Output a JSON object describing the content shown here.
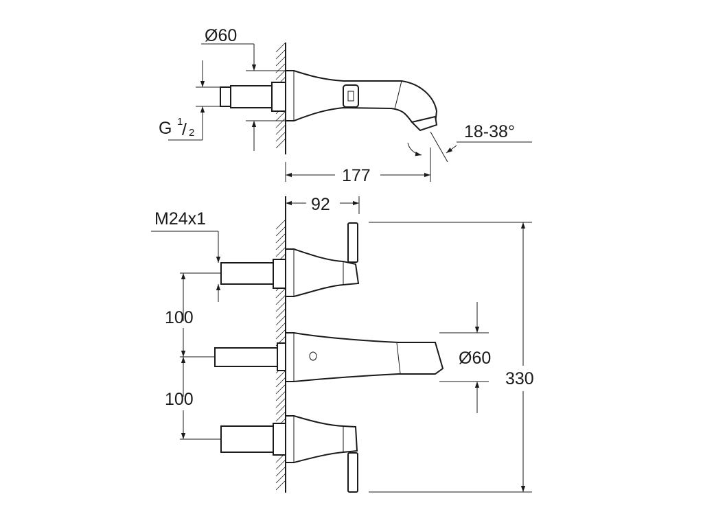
{
  "top_view": {
    "diameter_label": "Ø60",
    "thread_label_main": "G",
    "thread_label_num": "1",
    "thread_label_den": "2",
    "angle_label": "18-38°",
    "length_label": "177"
  },
  "front_view": {
    "depth_label": "92",
    "thread_label": "M24x1",
    "spacing_upper_label": "100",
    "spacing_lower_label": "100",
    "diameter_label": "Ø60",
    "height_label": "330"
  }
}
